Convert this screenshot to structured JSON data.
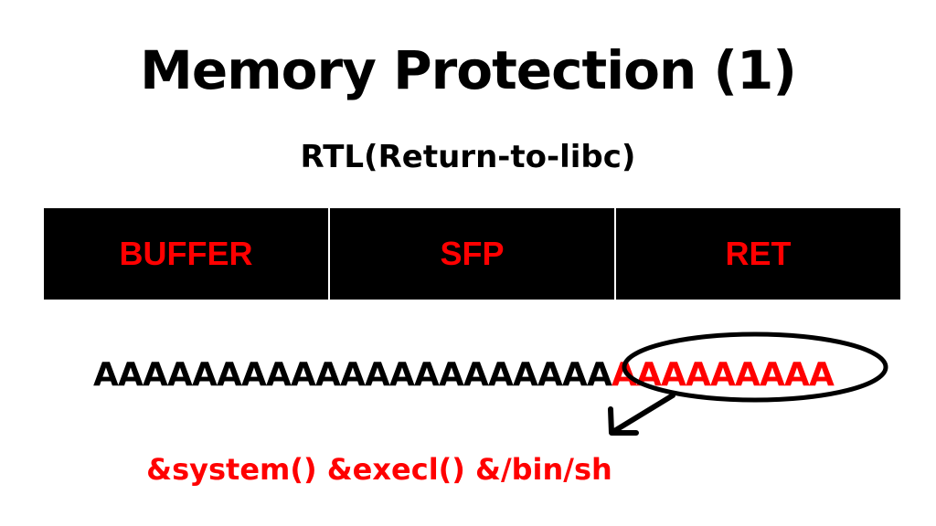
{
  "title": "Memory Protection (1)",
  "subtitle": "RTL(Return-to-libc)",
  "stack": {
    "cells": [
      "BUFFER",
      "SFP",
      "RET"
    ]
  },
  "payload": {
    "normal_chars": [
      "A",
      "A",
      "A",
      "A",
      "A",
      "A",
      "A",
      "A",
      "A",
      "A",
      "A",
      "A",
      "A",
      "A",
      "A",
      "A",
      "A",
      "A",
      "A",
      "A",
      "A"
    ],
    "overwrite_chars": [
      "A",
      "A",
      "A",
      "A",
      "A",
      "A",
      "A",
      "A",
      "A"
    ]
  },
  "libc_label": "&system() &execl() &/bin/sh",
  "colors": {
    "highlight": "#ff0000",
    "stack_background": "#000000",
    "text": "#000000"
  }
}
